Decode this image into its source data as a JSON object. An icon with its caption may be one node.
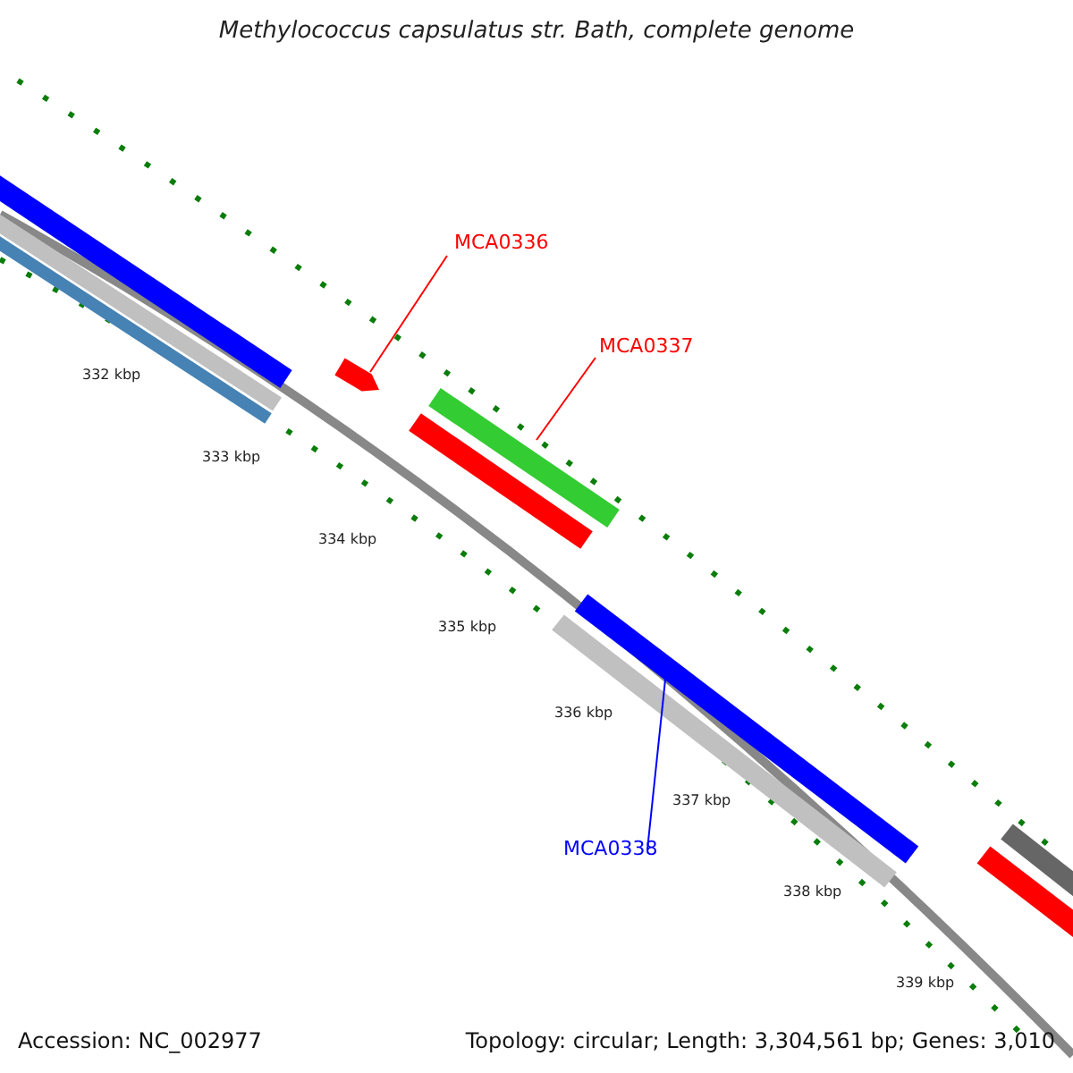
{
  "diagram": {
    "title": "Methylococcus capsulatus str. Bath, complete genome",
    "nodes": [
      {
        "text": [
          "MCA0336"
        ]
      },
      {
        "text": [],
        "shape": "bar"
      },
      {
        "text": [
          "MCA0337"
        ]
      },
      {
        "text": [],
        "shape": "bar"
      },
      {
        "text": [
          "MCA0338"
        ]
      },
      {
        "text": [],
        "shape": "bar"
      }
    ],
    "edges": [
      {
        "from": 0,
        "to": 1,
        "arrow": "none",
        "color": "#ff0000"
      },
      {
        "from": 2,
        "to": 3,
        "arrow": "none",
        "color": "#ff0000"
      },
      {
        "from": 4,
        "to": 5,
        "arrow": "none",
        "color": "#0000ff"
      }
    ],
    "labels": [
      "332 kbp",
      "333 kbp",
      "334 kbp",
      "335 kbp",
      "336 kbp",
      "337 kbp",
      "338 kbp",
      "339 kbp",
      "Accession: NC_002977",
      "Topology: circular; Length: 3,304,561 bp; Genes: 3,010"
    ]
  }
}
